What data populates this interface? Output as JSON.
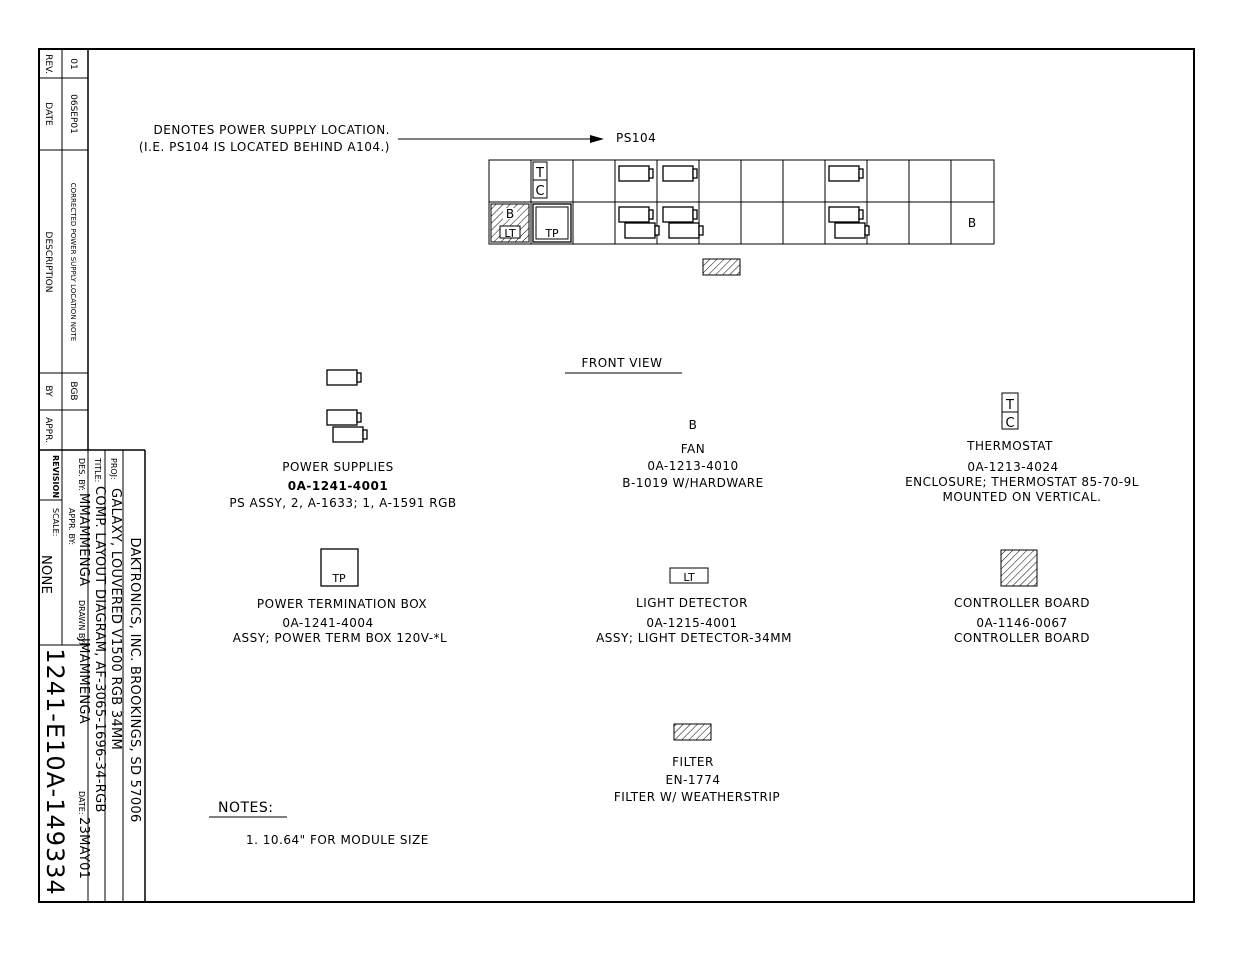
{
  "revision_block": {
    "headers": {
      "rev": "REV.",
      "date": "DATE",
      "description": "DESCRIPTION",
      "by": "BY",
      "appr": "APPR."
    },
    "row": {
      "rev": "01",
      "date": "06SEP01",
      "description": "CORRECTED POWER SUPPLY LOCATION NOTE",
      "by": "BGB",
      "appr": ""
    }
  },
  "title_block": {
    "company": "DAKTRONICS, INC. BROOKINGS, SD 57006",
    "proj_label": "PROJ:",
    "proj": "GALAXY, LOUVERED V1500 RGB 34MM",
    "title_label": "TITLE:",
    "title": "COMP. LAYOUT DIAGRAM, AF-3065-1696-34-RGB",
    "des_label": "DES. BY:",
    "des_by": "MMAMMENGA",
    "drawn_label": "DRAWN BY:",
    "drawn_by": "JMAMMENGA",
    "date_label": "DATE:",
    "date": "23MAY01",
    "revision_label": "REVISION",
    "appr_label": "APPR. BY:",
    "scale_label": "SCALE:",
    "scale": "NONE",
    "drawing_number": "1241-E10A-149334"
  },
  "annotation": {
    "line1": "DENOTES POWER SUPPLY LOCATION.",
    "line2": "(I.E. PS104 IS LOCATED BEHIND A104.)",
    "target": "PS104"
  },
  "front_view": {
    "title": "FRONT VIEW",
    "cell_labels": {
      "t": "T",
      "c": "C",
      "b": "B",
      "lt": "LT",
      "tp": "TP"
    }
  },
  "legend": {
    "power_supplies": {
      "name": "POWER SUPPLIES",
      "part": "0A-1241-4001",
      "desc": "PS ASSY, 2, A-1633; 1, A-1591 RGB"
    },
    "fan": {
      "symbol": "B",
      "name": "FAN",
      "part": "0A-1213-4010",
      "desc": "B-1019 W/HARDWARE"
    },
    "thermostat": {
      "symbol_t": "T",
      "symbol_c": "C",
      "name": "THERMOSTAT",
      "part": "0A-1213-4024",
      "desc": "ENCLOSURE; THERMOSTAT 85-70-9L",
      "note": "MOUNTED ON VERTICAL."
    },
    "power_termination_box": {
      "symbol": "TP",
      "name": "POWER TERMINATION BOX",
      "part": "0A-1241-4004",
      "desc": "ASSY; POWER TERM BOX 120V-*L"
    },
    "light_detector": {
      "symbol": "LT",
      "name": "LIGHT DETECTOR",
      "part": "0A-1215-4001",
      "desc": "ASSY; LIGHT DETECTOR-34MM"
    },
    "controller_board": {
      "name": "CONTROLLER BOARD",
      "part": "0A-1146-0067",
      "desc": "CONTROLLER BOARD"
    },
    "filter": {
      "name": "FILTER",
      "part": "EN-1774",
      "desc": "FILTER W/ WEATHERSTRIP"
    }
  },
  "notes": {
    "heading": "NOTES:",
    "items": [
      "1.  10.64\" FOR MODULE SIZE"
    ]
  }
}
